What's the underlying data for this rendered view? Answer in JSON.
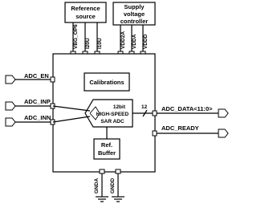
{
  "diagram": {
    "reference_source": [
      "Reference",
      "source"
    ],
    "supply_controller": [
      "Supply",
      "voltage",
      "controller"
    ],
    "top_pins_left": [
      "VBG_OP6",
      "I20U",
      "I10U"
    ],
    "top_pins_right": [
      "VDD2A",
      "VDDA",
      "VDDD"
    ],
    "calibrations": "Calibrations",
    "adc_block": [
      "12bit",
      "HIGH-SPEED",
      "SAR ADC"
    ],
    "ref_buffer": [
      "Ref.",
      "Buffer"
    ],
    "bus_width": "12",
    "inputs": [
      "ADC_EN",
      "ADC_INP",
      "ADC_INN"
    ],
    "outputs": [
      "ADC_DATA<11:0>",
      "ADC_READY"
    ],
    "ground_pins": [
      "GNDA",
      "GNDD"
    ]
  }
}
